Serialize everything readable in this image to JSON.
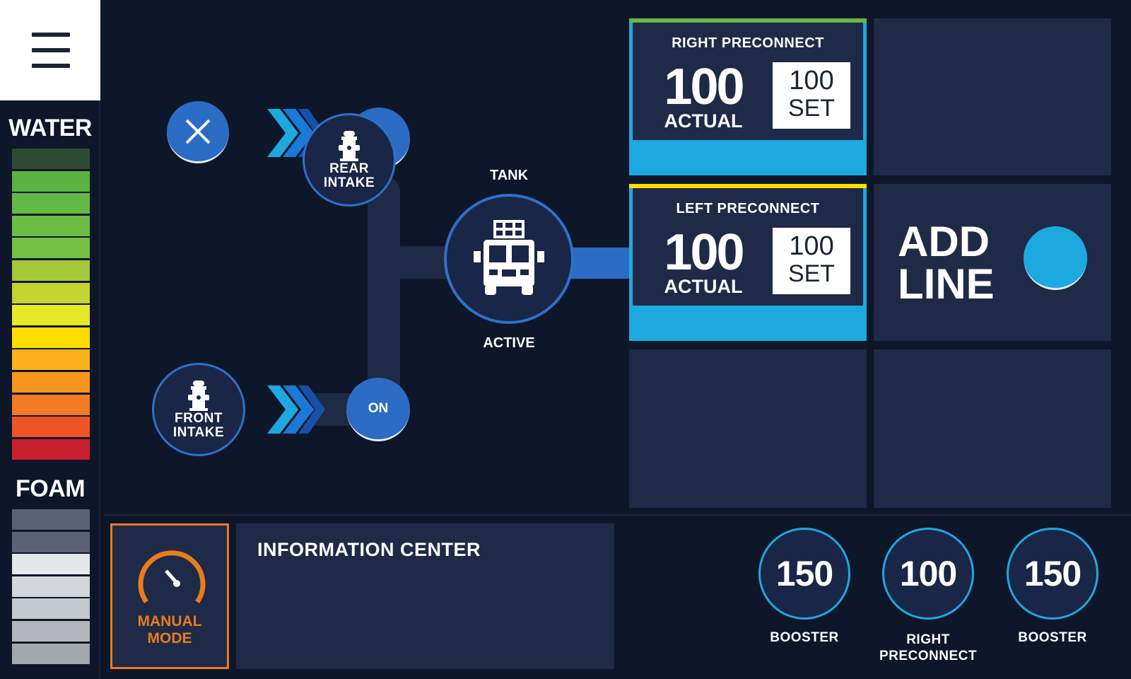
{
  "sidebar": {
    "menu_icon": "hamburger-menu-icon",
    "water_label": "WATER",
    "foam_label": "FOAM",
    "water_segments": [
      "#2f4a33",
      "#5ab342",
      "#63b946",
      "#6abd44",
      "#74c043",
      "#a6c93a",
      "#c4d433",
      "#e5e92a",
      "#fedd00",
      "#fbb21b",
      "#f7961f",
      "#f27b23",
      "#ee5524",
      "#c8202f"
    ],
    "foam_segments": [
      "#5a6275",
      "#5a6275",
      "#e6e7ea",
      "#d3d6db",
      "#c4c8cd",
      "#b3b7bd",
      "#a3a8ae"
    ]
  },
  "intakes": {
    "rear": {
      "label_line1": "REAR",
      "label_line2": "INTAKE",
      "icon": "hydrant-icon"
    },
    "rear_toggle_icon": "close-x-icon",
    "front": {
      "label_line1": "FRONT",
      "label_line2": "INTAKE",
      "icon": "hydrant-icon"
    },
    "front_toggle_label": "ON"
  },
  "tank": {
    "top_label": "TANK",
    "bottom_label": "ACTIVE",
    "icon": "fire-truck-icon"
  },
  "preconnects": [
    {
      "title": "RIGHT PRECONNECT",
      "actual_value": "100",
      "actual_label": "ACTUAL",
      "set_value": "100",
      "set_label": "SET",
      "accent": "#6ab544"
    },
    {
      "title": "LEFT PRECONNECT",
      "actual_value": "100",
      "actual_label": "ACTUAL",
      "set_value": "100",
      "set_label": "SET",
      "accent": "#fedd00"
    }
  ],
  "add_line": {
    "line1": "ADD",
    "line2": "LINE"
  },
  "manual_mode": {
    "line1": "MANUAL",
    "line2": "MODE",
    "icon": "speedometer-icon",
    "color": "#e87d1e"
  },
  "info_center": {
    "title": "INFORMATION CENTER"
  },
  "dials": [
    {
      "value": "150",
      "label_line1": "BOOSTER",
      "label_line2": ""
    },
    {
      "value": "100",
      "label_line1": "RIGHT",
      "label_line2": "PRECONNECT"
    },
    {
      "value": "150",
      "label_line1": "BOOSTER",
      "label_line2": ""
    }
  ],
  "colors": {
    "background": "#0e1629",
    "tile": "#1f2a47",
    "accent_blue": "#1ea8e0",
    "button_blue": "#2b6cc4"
  }
}
